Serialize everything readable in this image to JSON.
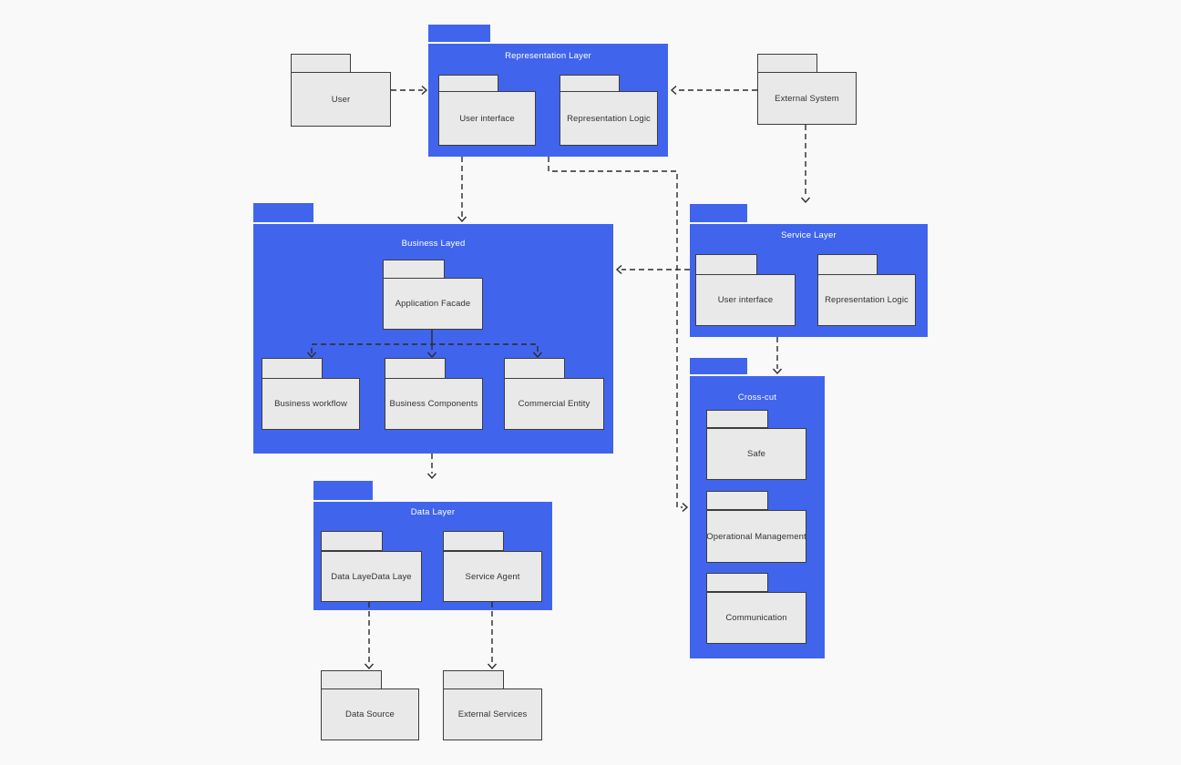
{
  "diagram_type": "uml-package-diagram",
  "colors": {
    "accent_blue": "#4065ec",
    "shape_fill": "#e9e9e9",
    "shape_border": "#3d3d3d",
    "connector": "#2b2b2b",
    "background": "#f9f9fa",
    "title_text": "#ffffff",
    "label_text": "#333333"
  },
  "packages": {
    "user": {
      "label": "User"
    },
    "external_system": {
      "label": "External System"
    },
    "representation_layer": {
      "label": "Representation Layer",
      "children": {
        "user_interface": {
          "label": "User interface"
        },
        "representation_logic": {
          "label": "Representation Logic"
        }
      }
    },
    "business_layer": {
      "label": "Business Layed",
      "children": {
        "application_facade": {
          "label": "Application Facade"
        },
        "business_workflow": {
          "label": "Business workflow"
        },
        "business_components": {
          "label": "Business Components"
        },
        "commercial_entity": {
          "label": "Commercial Entity"
        }
      }
    },
    "service_layer": {
      "label": "Service Layer",
      "children": {
        "user_interface": {
          "label": "User interface"
        },
        "representation_logic": {
          "label": "Representation Logic"
        }
      }
    },
    "cross_cut": {
      "label": "Cross-cut",
      "children": {
        "safe": {
          "label": "Safe"
        },
        "operational_management": {
          "label": "Operational Management"
        },
        "communication": {
          "label": "Communication"
        }
      }
    },
    "data_layer": {
      "label": "Data Layer",
      "children": {
        "data_laye": {
          "label": "Data LayeData Laye"
        },
        "service_agent": {
          "label": "Service Agent"
        }
      }
    },
    "data_source": {
      "label": "Data Source"
    },
    "external_services": {
      "label": "External Services"
    }
  }
}
